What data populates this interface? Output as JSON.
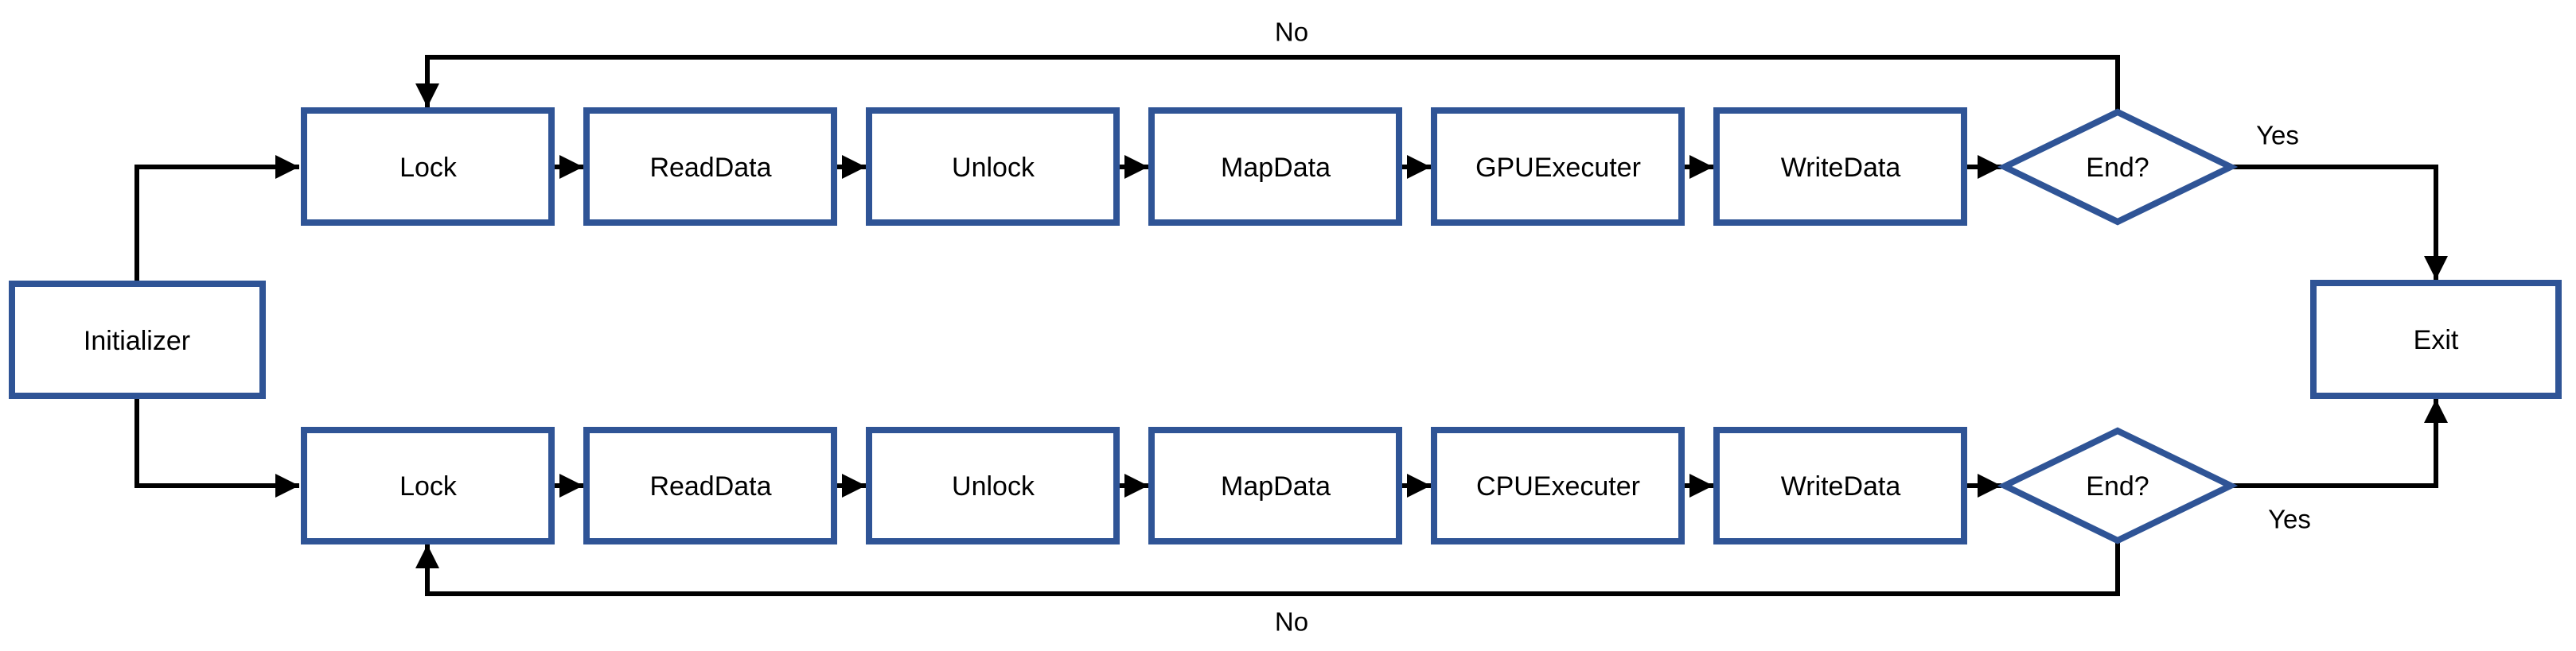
{
  "colors": {
    "node_border": "#2F5496",
    "node_fill": "#FFFFFF",
    "connector": "#000000",
    "label_text": "#000000",
    "background": "#FFFFFF"
  },
  "flowchart": {
    "initializer": {
      "label": "Initializer"
    },
    "exit": {
      "label": "Exit"
    },
    "gpu_branch": {
      "steps": [
        "Lock",
        "ReadData",
        "Unlock",
        "MapData",
        "GPUExecuter",
        "WriteData"
      ],
      "decision_label": "End?",
      "yes_label": "Yes",
      "no_label": "No"
    },
    "cpu_branch": {
      "steps": [
        "Lock",
        "ReadData",
        "Unlock",
        "MapData",
        "CPUExecuter",
        "WriteData"
      ],
      "decision_label": "End?",
      "yes_label": "Yes",
      "no_label": "No"
    }
  }
}
